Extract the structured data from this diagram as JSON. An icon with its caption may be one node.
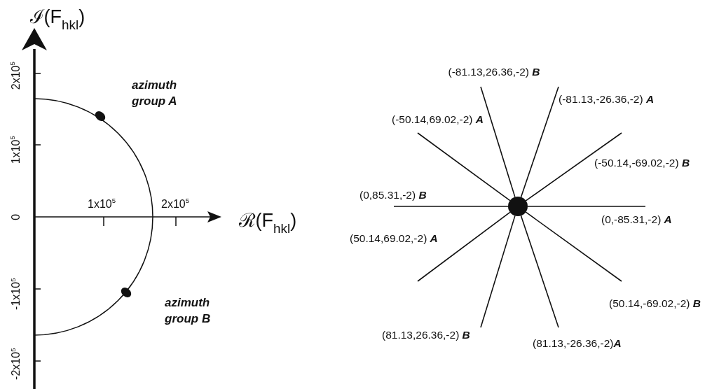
{
  "diagram": {
    "nodes": [
      {
        "text": [],
        "shape": "circle"
      },
      {
        "text": [
          "(-81.13,26.36,-2) **B**"
        ]
      },
      {
        "text": [
          "(-81.13,-26.36,-2) **A**"
        ]
      },
      {
        "text": [
          "(-50.14,69.02,-2) **A**"
        ]
      },
      {
        "text": [
          "(-50.14,-69.02,-2) **B**"
        ]
      },
      {
        "text": [
          "(0,85.31,-2) **B**"
        ]
      },
      {
        "text": [
          "(0,-85.31,-2) **A**"
        ]
      },
      {
        "text": [
          "(50.14,69.02,-2) **A**"
        ]
      },
      {
        "text": [
          "(50.14,-69.02,-2) **B**"
        ]
      },
      {
        "text": [
          "(81.13,26.36,-2) **B**"
        ]
      },
      {
        "text": [
          "(81.13,-26.36,-2)**A**"
        ]
      }
    ],
    "edges": [
      {
        "from": 0,
        "to": 1,
        "arrow": "none"
      },
      {
        "from": 0,
        "to": 2,
        "arrow": "none"
      },
      {
        "from": 0,
        "to": 3,
        "arrow": "none"
      },
      {
        "from": 0,
        "to": 4,
        "arrow": "none"
      },
      {
        "from": 0,
        "to": 5,
        "arrow": "none"
      },
      {
        "from": 0,
        "to": 6,
        "arrow": "none"
      },
      {
        "from": 0,
        "to": 7,
        "arrow": "none"
      },
      {
        "from": 0,
        "to": 8,
        "arrow": "none"
      },
      {
        "from": 0,
        "to": 9,
        "arrow": "none"
      },
      {
        "from": 0,
        "to": 10,
        "arrow": "none"
      }
    ],
    "labels": [
      "ℐ(F$_{hkl}$)",
      "2x10$^{5}$",
      "azimuth group A",
      "1x10$^{5}$",
      "1x10$^{5}$",
      "2x10$^{5}$",
      "0",
      "ℛ(F$_{hkl}$)",
      "-1x10$^{5}$",
      "azimuth group B",
      "-2x10$^{5}$"
    ]
  }
}
